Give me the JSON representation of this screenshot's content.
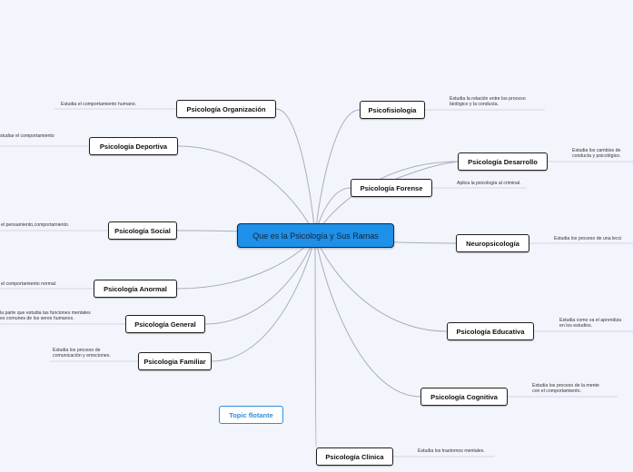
{
  "central": {
    "label": "Que es la Psicología y Sus Ramas"
  },
  "floating_topic": {
    "label": "Topic flotante"
  },
  "colors": {
    "background": "#f3f5fd",
    "central_fill": "#1e90e8",
    "branch_line": "#a9adbd",
    "floating_accent": "#2f8fd8"
  },
  "topics": {
    "organizacion": {
      "label": "Psicología Organización",
      "description": [
        "Estudia el comportamiento humano."
      ]
    },
    "deportiva": {
      "label": "Psicología Deportiva",
      "description": [
        "studiar el comportamiento"
      ]
    },
    "social": {
      "label": "Psicología Social",
      "description": [
        "el pensamiento,comportamiento."
      ]
    },
    "anormal": {
      "label": "Psicología Anormal",
      "description": [
        "el comportamiento normal."
      ]
    },
    "general": {
      "label": "Psicología General",
      "description": [
        "la parte que estudia las funciones mentales",
        "es comunes de los seres humanos."
      ]
    },
    "familiar": {
      "label": "Psicologia Familiar",
      "description": [
        "Estudia los proceso de",
        "comunicación y emociones."
      ]
    },
    "psicofisiologia": {
      "label": "Psicofisiologia",
      "description": [
        "Estudia la relación entre los proceso",
        "biológico y la conducta."
      ]
    },
    "desarrollo": {
      "label": "Psicología Desarrollo",
      "description": [
        "Estudia los cambios de",
        "conducta y psicológico."
      ]
    },
    "forense": {
      "label": "Psicología Forense",
      "description": [
        "Aplica la psicología al criminal."
      ]
    },
    "neuropsicologia": {
      "label": "Neuropsicología",
      "description": [
        "Estudia los proceso de una lecci"
      ]
    },
    "educativa": {
      "label": "Psicología Educativa",
      "description": [
        "Estudia como va el aprendiza",
        "en los estudios."
      ]
    },
    "cognitiva": {
      "label": "Psicología Cognitiva",
      "description": [
        "Estudia los proceso de la mente",
        "con el comportamiento."
      ]
    },
    "clinica": {
      "label": "Psicología Clínica",
      "description": [
        "Estudia los trastornos mentales."
      ]
    }
  }
}
